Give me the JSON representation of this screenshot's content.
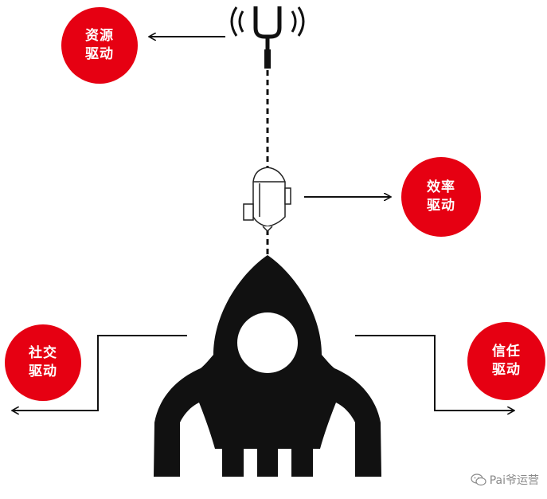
{
  "nodes": {
    "resource": {
      "line1": "资源",
      "line2": "驱动"
    },
    "efficiency": {
      "line1": "效率",
      "line2": "驱动"
    },
    "social": {
      "line1": "社交",
      "line2": "驱动"
    },
    "trust": {
      "line1": "信任",
      "line2": "驱动"
    }
  },
  "watermark": {
    "text": "Pai爷运营"
  },
  "colors": {
    "accent": "#e60012",
    "ink": "#111111",
    "background": "#ffffff"
  },
  "icons": [
    "tuning-fork-icon",
    "satellite-capsule-icon",
    "rocket-icon",
    "wechat-icon"
  ]
}
